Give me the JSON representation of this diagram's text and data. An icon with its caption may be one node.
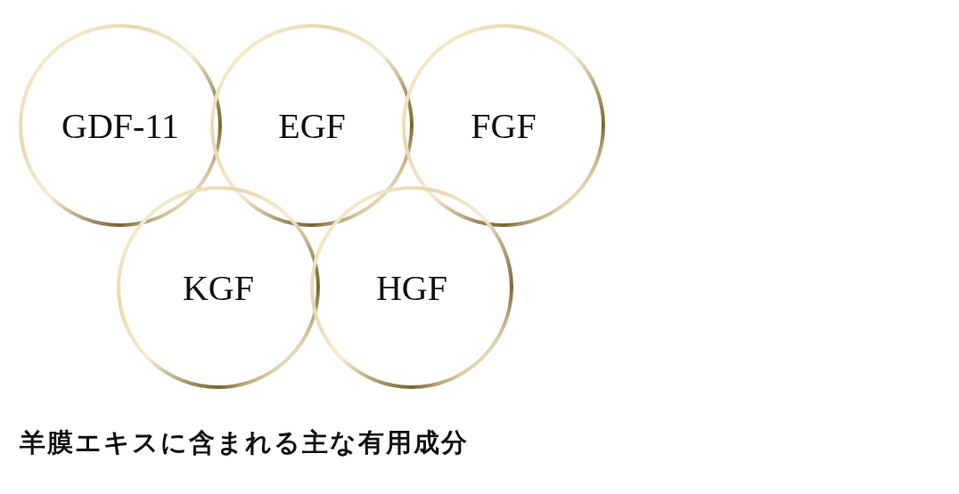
{
  "diagram": {
    "caption": "羊膜エキスに含まれる主な有用成分",
    "nodes": [
      {
        "text": [
          "GDF-11"
        ]
      },
      {
        "text": [
          "EGF"
        ]
      },
      {
        "text": [
          "FGF"
        ]
      },
      {
        "text": [
          "KGF"
        ]
      },
      {
        "text": [
          "HGF"
        ]
      }
    ]
  }
}
